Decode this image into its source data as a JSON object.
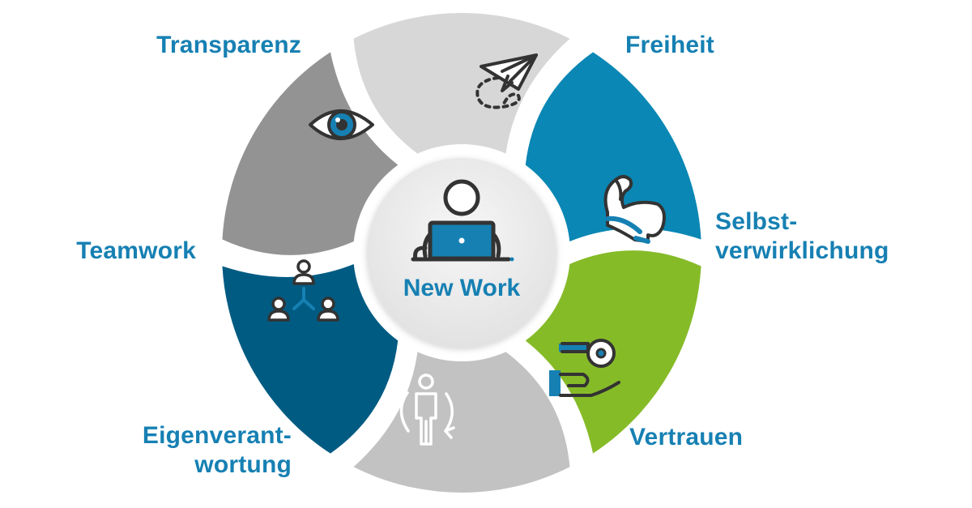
{
  "center": {
    "label": "New Work",
    "icon": "person-laptop-icon"
  },
  "segments": [
    {
      "id": "freiheit",
      "lines": [
        "Freiheit"
      ],
      "icon": "paper-plane-icon",
      "color": "#0a87b4"
    },
    {
      "id": "selbstverwirklichung",
      "lines": [
        "Selbst-",
        "verwirklichung"
      ],
      "icon": "flexed-arm-icon",
      "color": "#86bb28"
    },
    {
      "id": "vertrauen",
      "lines": [
        "Vertrauen"
      ],
      "icon": "key-on-hand-icon",
      "color": "#c2c2c2"
    },
    {
      "id": "eigenverantwortung",
      "lines": [
        "Eigenverant-",
        "wortung"
      ],
      "icon": "person-cycle-icon",
      "color": "#005b82"
    },
    {
      "id": "teamwork",
      "lines": [
        "Teamwork"
      ],
      "icon": "team-network-icon",
      "color": "#939393"
    },
    {
      "id": "transparenz",
      "lines": [
        "Transparenz"
      ],
      "icon": "eye-icon",
      "color": "#d7d7d7"
    }
  ],
  "colors": {
    "label": "#1680b3",
    "icon_dark": "#333333",
    "icon_accent": "#0a87b4",
    "hub": "#e9e9e9"
  }
}
